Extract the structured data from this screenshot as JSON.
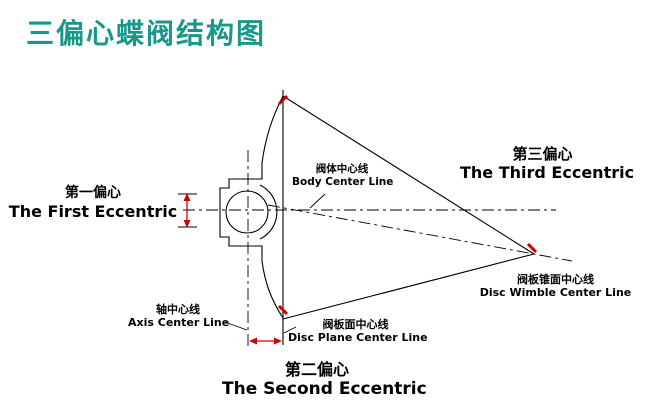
{
  "title": "三偏心蝶阀结构图",
  "colors": {
    "title_teal": "#17988a",
    "accent_red": "#cc0000",
    "line_black": "#000000"
  },
  "labels": {
    "first": {
      "zh": "第一偏心",
      "en": "The First Eccentric"
    },
    "second": {
      "zh": "第二偏心",
      "en": "The Second Eccentric"
    },
    "third": {
      "zh": "第三偏心",
      "en": "The Third Eccentric"
    },
    "body_center": {
      "zh": "阀体中心线",
      "en": "Body Center Line"
    },
    "disc_wimble": {
      "zh": "阀板锥面中心线",
      "en": "Disc Wimble Center Line"
    },
    "axis_center": {
      "zh": "轴中心线",
      "en": "Axis Center Line"
    },
    "disc_plane": {
      "zh": "阀板面中心线",
      "en": "Disc Plane Center Line"
    }
  }
}
